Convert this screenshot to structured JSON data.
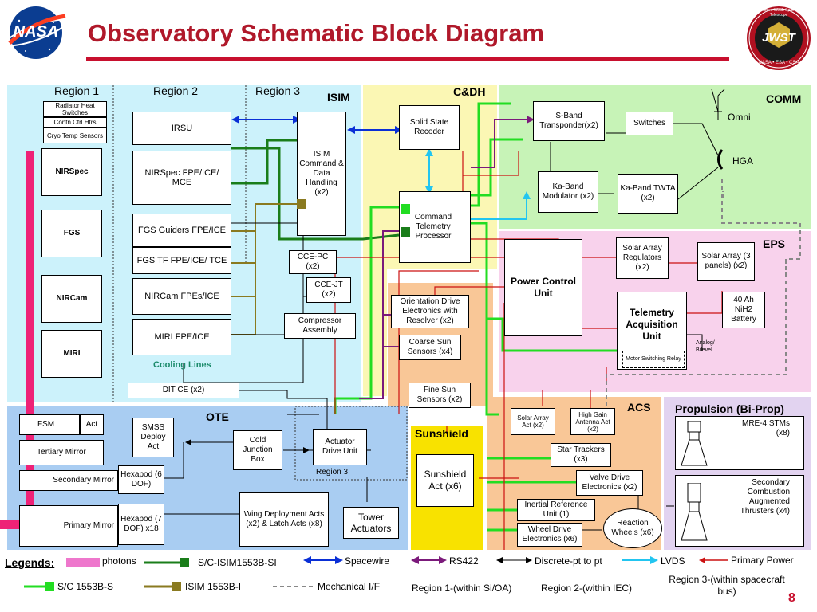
{
  "header": {
    "title": "Observatory Schematic Block Diagram",
    "nasa_logo": "NASA",
    "jwst_logo": "JWST",
    "jwst_ring": "James Webb Space Telescope",
    "jwst_agencies": "NASA • ESA • CSA",
    "page_number": "8"
  },
  "regions": {
    "region1": "Region 1",
    "region2": "Region 2",
    "region3": "Region 3",
    "isim": "ISIM",
    "cdh": "C&DH",
    "comm": "COMM",
    "eps": "EPS",
    "ote": "OTE",
    "acs": "ACS",
    "propulsion": "Propulsion (Bi-Prop)",
    "sunshield": "Sunshield",
    "region3_ote": "Region 3",
    "cooling_lines": "Cooling Lines"
  },
  "blocks": {
    "radiator_heat": "Radiator Heat Switches",
    "contn_ctrl": "Contn Ctrl Htrs",
    "cryo_temp": "Cryo Temp Sensors",
    "nirspec": "NIRSpec",
    "fgs": "FGS",
    "nircam": "NIRCam",
    "miri": "MIRI",
    "irsu": "IRSU",
    "nirspec_fpe": "NIRSpec FPE/ICE/ MCE",
    "fgs_guiders": "FGS Guiders FPE/ICE",
    "fgs_tf": "FGS TF  FPE/ICE/ TCE",
    "nircam_fpe": "NIRCam FPEs/ICE",
    "miri_fpe": "MIRI FPE/ICE",
    "isim_cdh": "ISIM Command & Data Handling (x2)",
    "cce_pc": "CCE-PC (x2)",
    "cce_jt": "CCE-JT (x2)",
    "compressor": "Compressor Assembly",
    "ssr": "Solid State Recoder",
    "ctp": "Command Telemetry Processor",
    "odr": "Orientation Drive Electronics with Resolver (x2)",
    "coarse_sun": "Coarse Sun Sensors (x4)",
    "fine_sun": "Fine Sun Sensors (x2)",
    "sband": "S-Band Transponder(x2)",
    "switches": "Switches",
    "omni": "Omni",
    "hga": "HGA",
    "kaband_mod": "Ka-Band Modulator (x2)",
    "kaband_twta": "Ka-Band TWTA (x2)",
    "pcu": "Power Control Unit",
    "sar": "Solar Array Regulators (x2)",
    "solar_array": "Solar Array (3 panels) (x2)",
    "battery": "40 Ah NiH2 Battery",
    "tau": "Telemetry Acquisition Unit",
    "motor_relay": "Motor Switching Relay",
    "analog": "Analog/ Bilevel",
    "dit_ce": "DIT CE (x2)",
    "fsm": "FSM",
    "act": "Act",
    "tertiary": "Tertiary Mirror",
    "secondary": "Secondary Mirror",
    "primary": "Primary Mirror",
    "smss": "SMSS Deploy Act",
    "hex6": "Hexapod (6 DOF)",
    "hex7": "Hexapod (7 DOF) x18",
    "cjb": "Cold Junction Box",
    "adu": "Actuator Drive Unit",
    "wing": "Wing Deployment Acts (x2)  & Latch Acts (x8)",
    "tower": "Tower Actuators",
    "sunshield_act": "Sunshield Act (x6)",
    "sa_act": "Solar Array Act (x2)",
    "hga_act": "High Gain Antenna Act (x2)",
    "star": "Star Trackers (x3)",
    "valve": "Valve Drive Electronics (x2)",
    "iru": "Inertial Reference Unit (1)",
    "wde": "Wheel Drive Electronics (x6)",
    "rw": "Reaction Wheels (x6)",
    "mre4": "MRE-4 STMs (x8)",
    "sec_thrusters": "Secondary Combustion Augmented Thrusters (x4)"
  },
  "legend": {
    "title": "Legends:",
    "photons": "photons",
    "sc_isim": "S/C-ISIM1553B-SI",
    "spacewire": "Spacewire",
    "rs422": "RS422",
    "discrete": "Discrete-pt to pt",
    "lvds": "LVDS",
    "primary_power": "Primary Power",
    "sc1553": "S/C 1553B-S",
    "isim1553": "ISIM 1553B-I",
    "mech": "Mechanical I/F",
    "r1": "Region 1-(within Si/OA)",
    "r2": "Region 2-(within IEC)",
    "r3": "Region 3-(within spacecraft bus)"
  },
  "colors": {
    "title": "#b0182a",
    "rule": "#c8102e",
    "isim_bg": "#ccf2fb",
    "ote_bg": "#a9cdf2",
    "cdh_bg": "#fbf7b4",
    "comm_bg": "#c7f3b7",
    "eps_bg": "#f8d2ec",
    "acs_bg": "#f9c797",
    "prop_bg": "#e2d3f0",
    "sunshield_bg": "#f8e200",
    "sc1553": "#22dd22",
    "isim1553": "#1a7d1a",
    "isim1553b": "#8a7a20",
    "power": "#cc1111",
    "rs422": "#7b1a7b",
    "spacewire": "#0a2fd6",
    "lvds": "#22c5f0",
    "photons": "#ee2277"
  }
}
